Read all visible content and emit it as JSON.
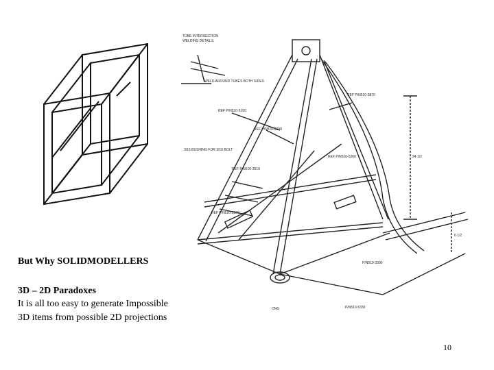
{
  "slide": {
    "title": "But Why SOLIDMODELLERS",
    "subtitle": "3D – 2D Paradoxes",
    "body_lines": [
      "It is all too easy to generate Impossible",
      "3D items from possible 2D projections"
    ],
    "page_number": "10"
  },
  "drawing_labels": {
    "detail_title": "TUBE INTERSECTION",
    "detail_subtitle": "WELDING DETAILS",
    "weld_note": "WELD AROUND TUBES BOTH SIDES",
    "ref_top": "REF P/N510-3870",
    "ref_1": "REF P/N510-5190",
    "ref_2": "REF P/N510-3200",
    "bushing": "3/16 BUSHING FOR 3/16 BOLT",
    "ref_3": "REF P/N510-3510",
    "ref_4": "REF P/N510-3300",
    "ref_5": "REF P/N510-5260",
    "ref_6": "P/N510-3300",
    "ref_7": "P/N510-5330",
    "cng": "CNG",
    "dim_height": "24 1/2",
    "dim_side": "6 1/2"
  }
}
